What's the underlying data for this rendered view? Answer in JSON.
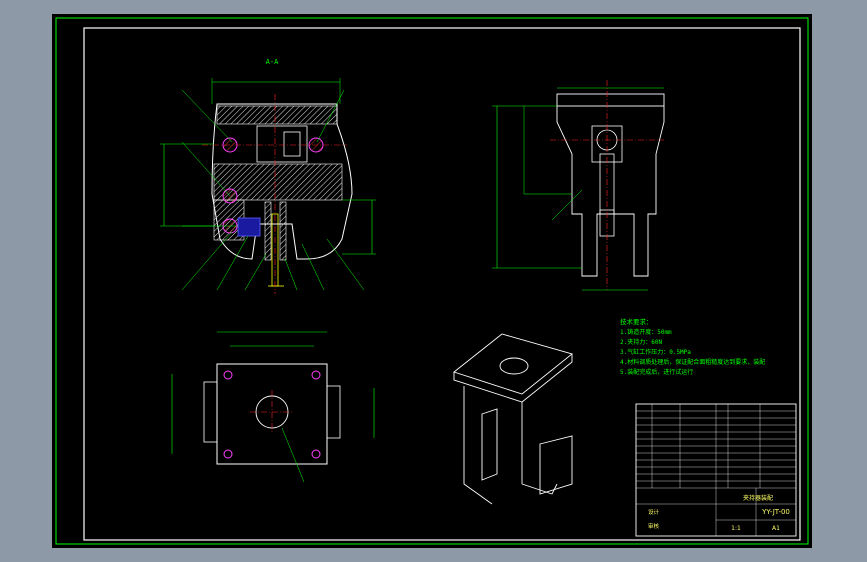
{
  "drawing": {
    "section_label": "A-A",
    "tech_requirements": {
      "heading": "技术要求：",
      "items": [
        "1.铸造开度：50mm",
        "2.夹持力：60N",
        "3.气缸工作压力：0.5MPa",
        "4.材料调质处理后，保证配合面粗糙度达到要求，装配",
        "5.装配完成后，进行试运行"
      ]
    },
    "title_block": {
      "drawing_no": "YY-JT-00",
      "product_name": "夹持器装配",
      "scale": "1:1",
      "sheet_size": "A1",
      "designer_label": "设计",
      "checker_label": "审核"
    },
    "colors": {
      "background": "#000000",
      "frame": "#00ff00",
      "outline": "#ffffff",
      "dimension": "#00ff00",
      "centerline": "#ff2020",
      "hatch": "#e8e8e8",
      "leader": "#00ff00"
    }
  }
}
